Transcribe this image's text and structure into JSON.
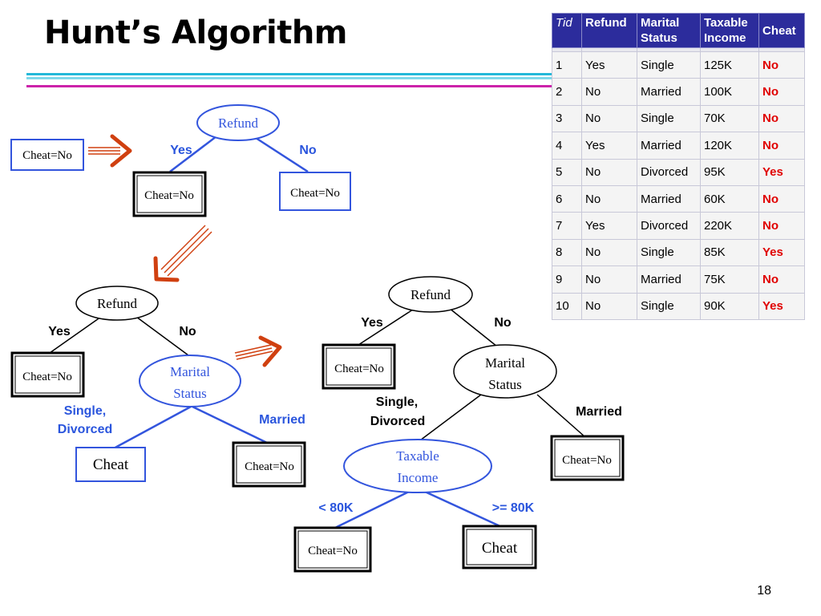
{
  "slide": {
    "title": "Hunt’s Algorithm",
    "page_number": "18"
  },
  "colors": {
    "accent_blue": "#3355dd",
    "arrow_red": "#d04010",
    "label_blue": "#2a55dd",
    "table_header": "#2c2c9c",
    "class_red": "#e00000",
    "bar_cyan": "#22b8d8",
    "bar_magenta": "#cc22aa"
  },
  "table": {
    "headers": [
      "Tid",
      "Refund",
      "Marital Status",
      "Taxable Income",
      "Cheat"
    ],
    "rows": [
      [
        "1",
        "Yes",
        "Single",
        "125K",
        "No"
      ],
      [
        "2",
        "No",
        "Married",
        "100K",
        "No"
      ],
      [
        "3",
        "No",
        "Single",
        "70K",
        "No"
      ],
      [
        "4",
        "Yes",
        "Married",
        "120K",
        "No"
      ],
      [
        "5",
        "No",
        "Divorced",
        "95K",
        "Yes"
      ],
      [
        "6",
        "No",
        "Married",
        "60K",
        "No"
      ],
      [
        "7",
        "Yes",
        "Divorced",
        "220K",
        "No"
      ],
      [
        "8",
        "No",
        "Single",
        "85K",
        "Yes"
      ],
      [
        "9",
        "No",
        "Married",
        "75K",
        "No"
      ],
      [
        "10",
        "No",
        "Single",
        "90K",
        "Yes"
      ]
    ]
  },
  "step1": {
    "leaf": "Cheat=No"
  },
  "step2": {
    "root": "Refund",
    "yes_label": "Yes",
    "no_label": "No",
    "yes_leaf": "Cheat=No",
    "no_leaf": "Cheat=No"
  },
  "step3": {
    "root": "Refund",
    "yes_label": "Yes",
    "no_label": "No",
    "yes_leaf": "Cheat=No",
    "marital_line1": "Marital",
    "marital_line2": "Status",
    "single_label_line1": "Single,",
    "single_label_line2": "Divorced",
    "married_label": "Married",
    "single_leaf": "Cheat",
    "married_leaf": "Cheat=No"
  },
  "step4": {
    "root": "Refund",
    "yes_label": "Yes",
    "no_label": "No",
    "yes_leaf": "Cheat=No",
    "marital_line1": "Marital",
    "marital_line2": "Status",
    "single_label_line1": "Single,",
    "single_label_line2": "Divorced",
    "married_label": "Married",
    "married_leaf": "Cheat=No",
    "income_line1": "Taxable",
    "income_line2": "Income",
    "lt_label": "< 80K",
    "ge_label": ">= 80K",
    "lt_leaf": "Cheat=No",
    "ge_leaf": "Cheat"
  }
}
